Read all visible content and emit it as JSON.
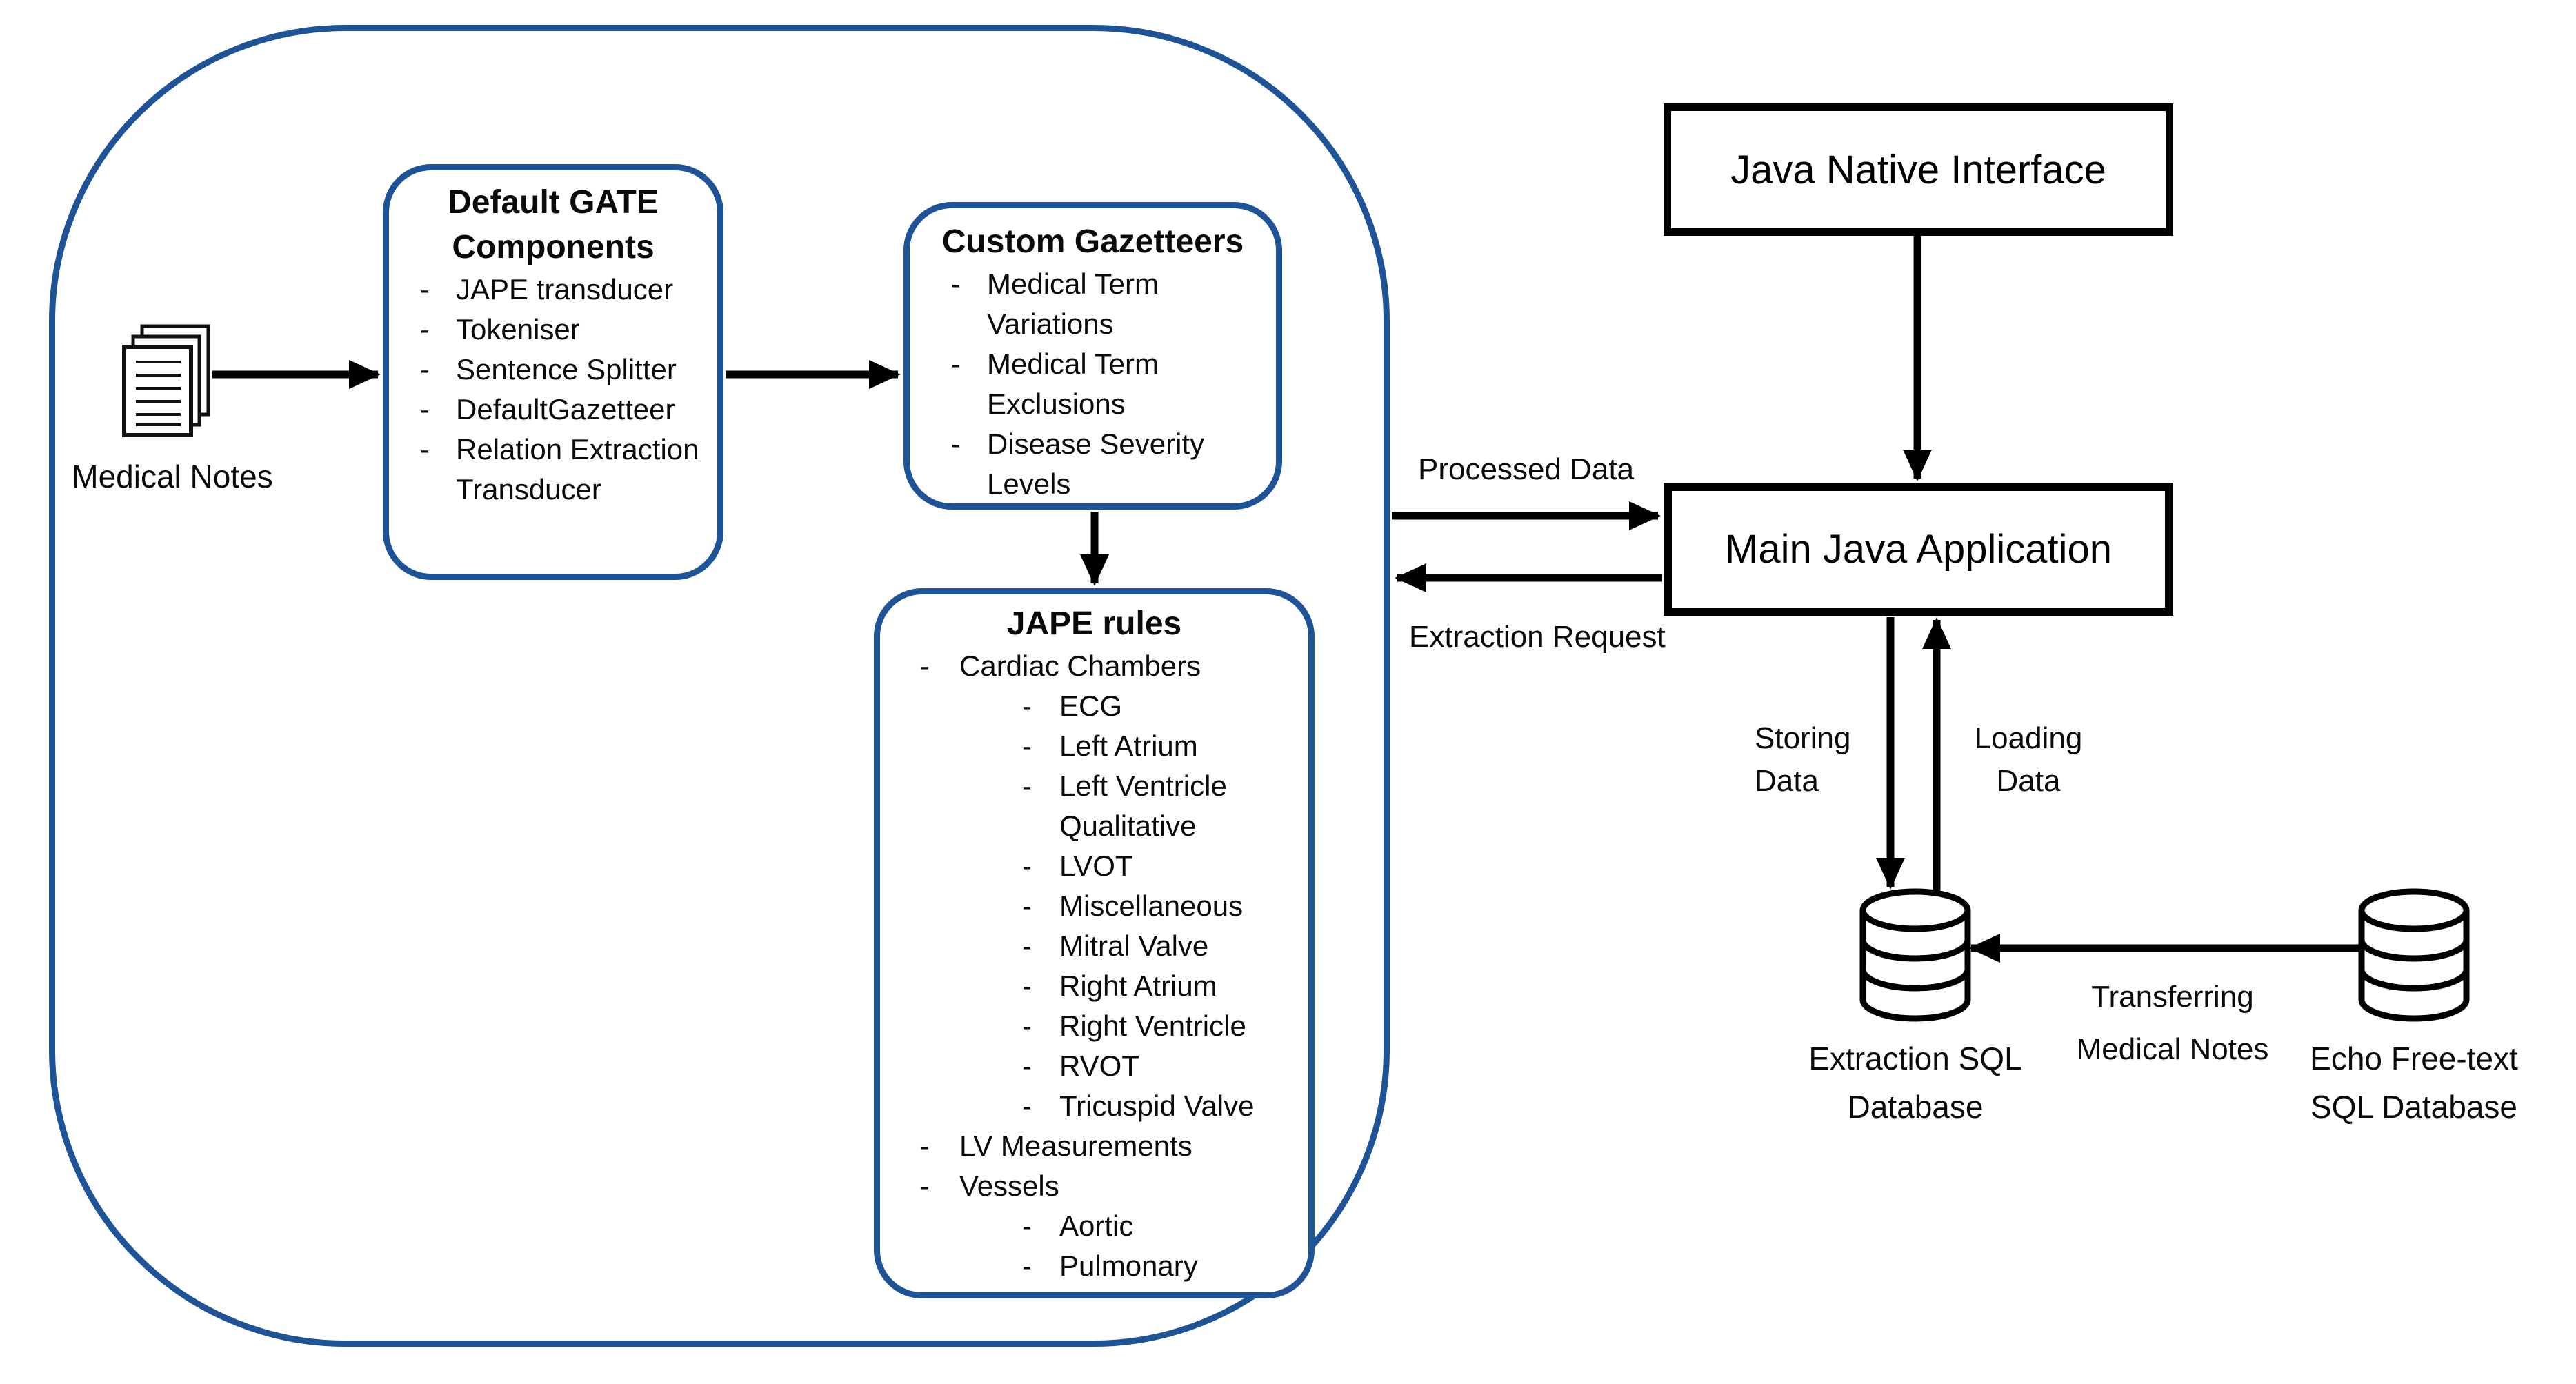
{
  "bullet": "-",
  "colors": {
    "accent_blue": "#1e5397",
    "line_black": "#000000",
    "background": "#ffffff"
  },
  "gate_pipeline": {
    "medical_notes": {
      "label": "Medical Notes"
    },
    "default_gate_box": {
      "title": "Default GATE Components",
      "items": [
        "JAPE transducer",
        "Tokeniser",
        "Sentence Splitter",
        "DefaultGazetteer",
        "Relation Extraction Transducer"
      ]
    },
    "custom_gazetteers_box": {
      "title": "Custom Gazetteers",
      "items": [
        "Medical Term Variations",
        "Medical Term Exclusions",
        "Disease Severity Levels"
      ]
    },
    "jape_rules_box": {
      "title": "JAPE rules",
      "items": [
        {
          "label": "Cardiac Chambers",
          "children": [
            "ECG",
            "Left Atrium",
            "Left Ventricle Qualitative",
            "LVOT",
            "Miscellaneous",
            "Mitral Valve",
            "Right Atrium",
            "Right Ventricle",
            "RVOT",
            "Tricuspid Valve"
          ]
        },
        {
          "label": "LV Measurements",
          "children": []
        },
        {
          "label": "Vessels",
          "children": [
            "Aortic",
            "Pulmonary"
          ]
        }
      ]
    }
  },
  "java_side": {
    "jni_box": {
      "label": "Java Native Interface"
    },
    "main_app_box": {
      "label": "Main Java Application"
    },
    "flow_labels": {
      "processed_data": "Processed Data",
      "extraction_request": "Extraction Request",
      "storing_data": "Storing Data",
      "loading_data": "Loading Data",
      "transferring_medical_notes": "Transferring Medical Notes"
    },
    "databases": {
      "extraction": {
        "label": "Extraction SQL Database"
      },
      "echo": {
        "label": "Echo Free-text SQL Database"
      }
    }
  }
}
